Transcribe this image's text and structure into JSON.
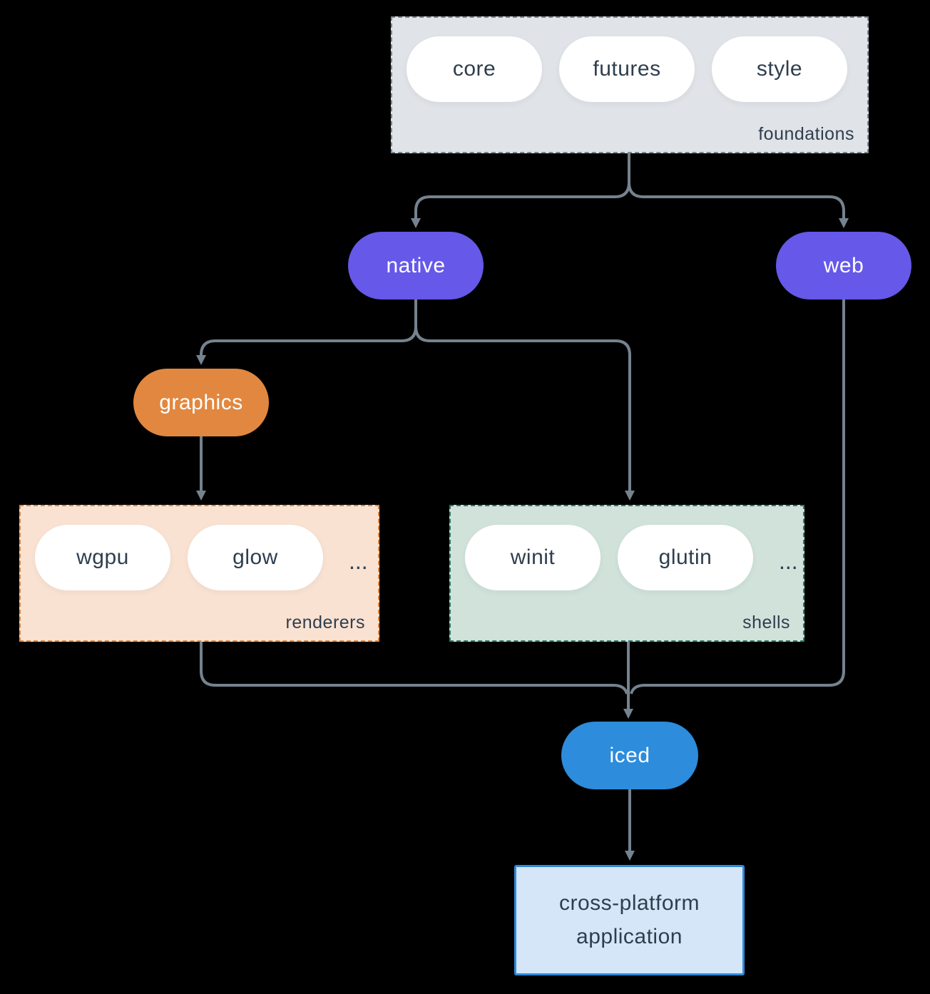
{
  "colors": {
    "bg": "#000000",
    "line": "#75828F",
    "ink": "#2F3E4E",
    "pill": "#FFFFFF",
    "purple": "#6658E8",
    "orange": "#E2873F",
    "blue": "#2D8CDB",
    "foundations-fill": "#E0E3E7",
    "foundations-border": "#7A8794",
    "renderers-fill": "#F9E2D2",
    "shells-fill": "#D0E2DA",
    "shells-border": "#2F7A6B",
    "app-fill": "#D4E6F8",
    "app-border": "#2F8ADC"
  },
  "groups": {
    "foundations": {
      "label": "foundations",
      "items": [
        "core",
        "futures",
        "style"
      ]
    },
    "renderers": {
      "label": "renderers",
      "items": [
        "wgpu",
        "glow"
      ],
      "ellipsis": "..."
    },
    "shells": {
      "label": "shells",
      "items": [
        "winit",
        "glutin"
      ],
      "ellipsis": "..."
    }
  },
  "nodes": {
    "native": "native",
    "web": "web",
    "graphics": "graphics",
    "iced": "iced",
    "app": "cross-platform application"
  }
}
